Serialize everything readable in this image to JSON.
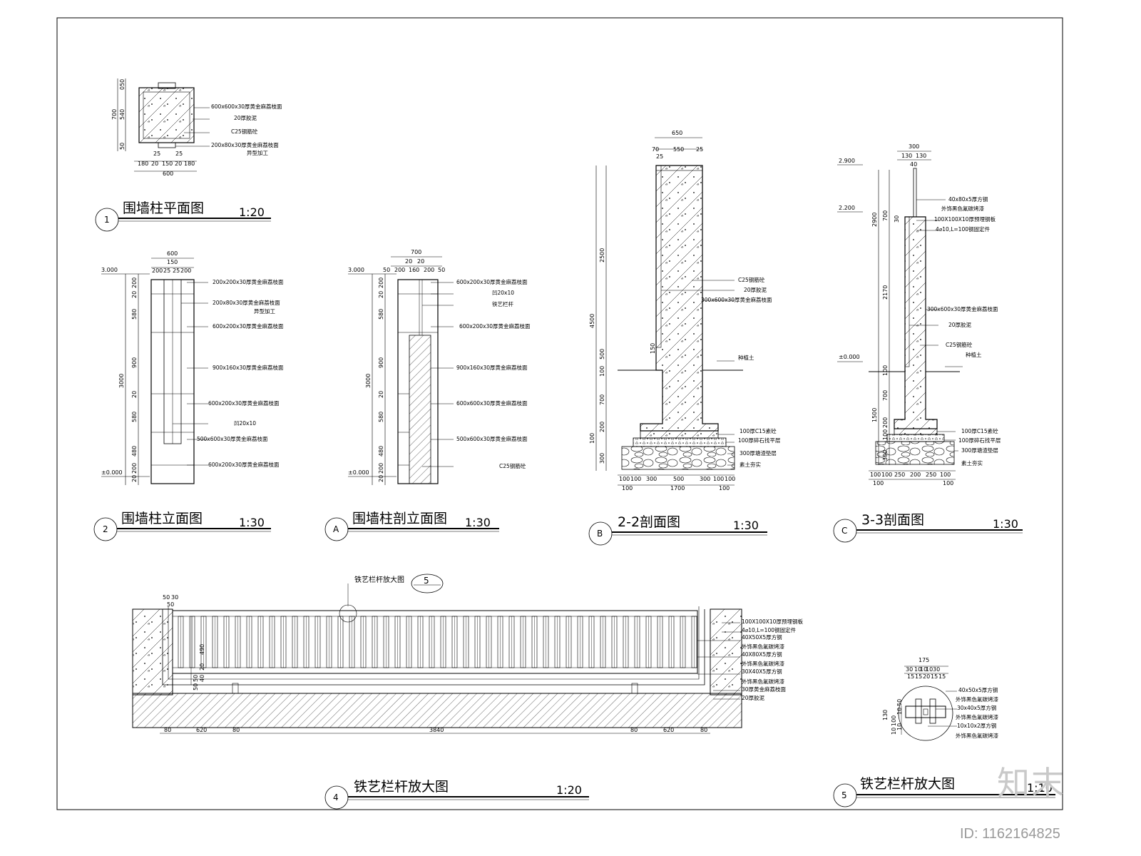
{
  "views": [
    {
      "id": "v1",
      "num": "1",
      "title": "围墙柱平面图",
      "scale": "1:20"
    },
    {
      "id": "v2",
      "num": "2",
      "title": "围墙柱立面图",
      "scale": "1:30"
    },
    {
      "id": "vA",
      "num": "A",
      "title": "围墙柱剖立面图",
      "scale": "1:30"
    },
    {
      "id": "vB",
      "num": "B",
      "title": "2-2剖面图",
      "scale": "1:30"
    },
    {
      "id": "vC",
      "num": "C",
      "title": "3-3剖面图",
      "scale": "1:30"
    },
    {
      "id": "v4",
      "num": "4",
      "title": "铁艺栏杆放大图",
      "scale": "1:20"
    },
    {
      "id": "v5",
      "num": "5",
      "title": "铁艺栏杆放大图",
      "scale": "1:10"
    }
  ],
  "plan": {
    "notes": [
      "600x600x30厚黄金麻荔枝面",
      "20厚胶泥",
      "C25钢筋砼",
      "200x80x30厚黄金麻荔枝面",
      "异型加工"
    ],
    "vdims": [
      "050",
      "540",
      "700",
      "50"
    ],
    "hdims_top": [
      "25",
      "25"
    ],
    "hdims": [
      "180",
      "20",
      "150",
      "20",
      "180"
    ],
    "hdim_total": "600"
  },
  "elev": {
    "levels": [
      "3.000",
      "±0.000"
    ],
    "top_dims": [
      "600",
      "150",
      "200",
      "25",
      "25",
      "200"
    ],
    "vdims": [
      "200",
      "20",
      "580",
      "900",
      "20",
      "580",
      "480",
      "200",
      "20",
      "3000"
    ],
    "notes": [
      "200x200x30厚黄金麻荔枝面",
      "200x80x30厚黄金麻荔枝面",
      "异型加工",
      "600x200x30厚黄金麻荔枝面",
      "900x160x30厚黄金麻荔枝面",
      "600x200x30厚黄金麻荔枝面",
      "凹20x10",
      "500x600x30厚黄金麻荔枝面",
      "600x200x30厚黄金麻荔枝面"
    ]
  },
  "sect_elev": {
    "levels": [
      "3.000",
      "±0.000"
    ],
    "top_dims": [
      "700",
      "20",
      "20",
      "50",
      "200",
      "160",
      "200",
      "50"
    ],
    "vdims": [
      "200",
      "20",
      "580",
      "900",
      "20",
      "580",
      "480",
      "200",
      "20",
      "3000"
    ],
    "notes": [
      "600x200x30厚黄金麻荔枝面",
      "凹20x10",
      "铁艺栏杆",
      "600x200x30厚黄金麻荔枝面",
      "900x160x30厚黄金麻荔枝面",
      "600x600x30厚黄金麻荔枝面",
      "500x600x30厚黄金麻荔枝面",
      "C25钢筋砼"
    ]
  },
  "sect22": {
    "top_dims": [
      "650",
      "70",
      "550",
      "25",
      "25"
    ],
    "vdims": [
      "2500",
      "4500",
      "500",
      "100",
      "700",
      "200",
      "100",
      "300"
    ],
    "small": "150",
    "notes": [
      "C25钢筋砼",
      "20厚胶泥",
      "300x600x30厚黄金麻荔枝面",
      "种植土",
      "100厚C15素砼",
      "100厚碎石找平层",
      "300厚塘渣垫层",
      "素土夯实"
    ],
    "bottom_dims": [
      "100",
      "100",
      "300",
      "500",
      "300",
      "100",
      "100",
      "100",
      "100"
    ],
    "bottom_total": "1700"
  },
  "sect33": {
    "levels": [
      "2.900",
      "2.200",
      "±0.000"
    ],
    "top_dims": [
      "300",
      "130",
      "130",
      "40"
    ],
    "vdims": [
      "2900",
      "700",
      "30",
      "2170",
      "100",
      "700",
      "1500",
      "200",
      "100",
      "300"
    ],
    "notes": [
      "40x80x5厚方钢",
      "外饰黑色氟碳烤漆",
      "100X100X10厚预埋钢板",
      "4⌀10,L=100钢固定件",
      "300x600x30厚黄金麻荔枝面",
      "20厚胶泥",
      "C25钢筋砼",
      "种植土",
      "100厚C15素砼",
      "100厚碎石找平层",
      "300厚塘渣垫层",
      "素土夯实"
    ],
    "bottom_dims": [
      "100",
      "100",
      "250",
      "200",
      "250",
      "100",
      "100",
      "100"
    ]
  },
  "railing": {
    "callout": "铁艺栏杆放大图",
    "callout_num": "5",
    "top_dims": [
      "50",
      "30",
      "50"
    ],
    "vdims": [
      "490",
      "20",
      "40",
      "50",
      "50"
    ],
    "notes": [
      "100X100X10厚预埋钢板",
      "4⌀10,L=100钢固定件",
      "40X50X5厚方钢",
      "外饰黑色氟碳烤漆",
      "40X80X5厚方钢",
      "外饰黑色氟碳烤漆",
      "30X40X5厚方钢",
      "外饰黑色氟碳烤漆",
      "30厚黄金麻荔枝面",
      "20厚胶泥"
    ],
    "bottom_dims": [
      "80",
      "620",
      "80",
      "3840",
      "80",
      "620",
      "80"
    ]
  },
  "detail": {
    "top_dims": [
      "175",
      "30",
      "10",
      "10",
      "10",
      "30",
      "15",
      "15",
      "20",
      "15",
      "15"
    ],
    "vdims": [
      "50",
      "130",
      "10",
      "100",
      "10",
      "10"
    ],
    "notes": [
      "40x50x5厚方钢",
      "外饰黑色氟碳烤漆",
      "30x40x5厚方钢",
      "外饰黑色氟碳烤漆",
      "10x10x2厚方钢",
      "外饰黑色氟碳烤漆"
    ]
  },
  "brand": "知末",
  "id_text": "ID: 1162164825"
}
